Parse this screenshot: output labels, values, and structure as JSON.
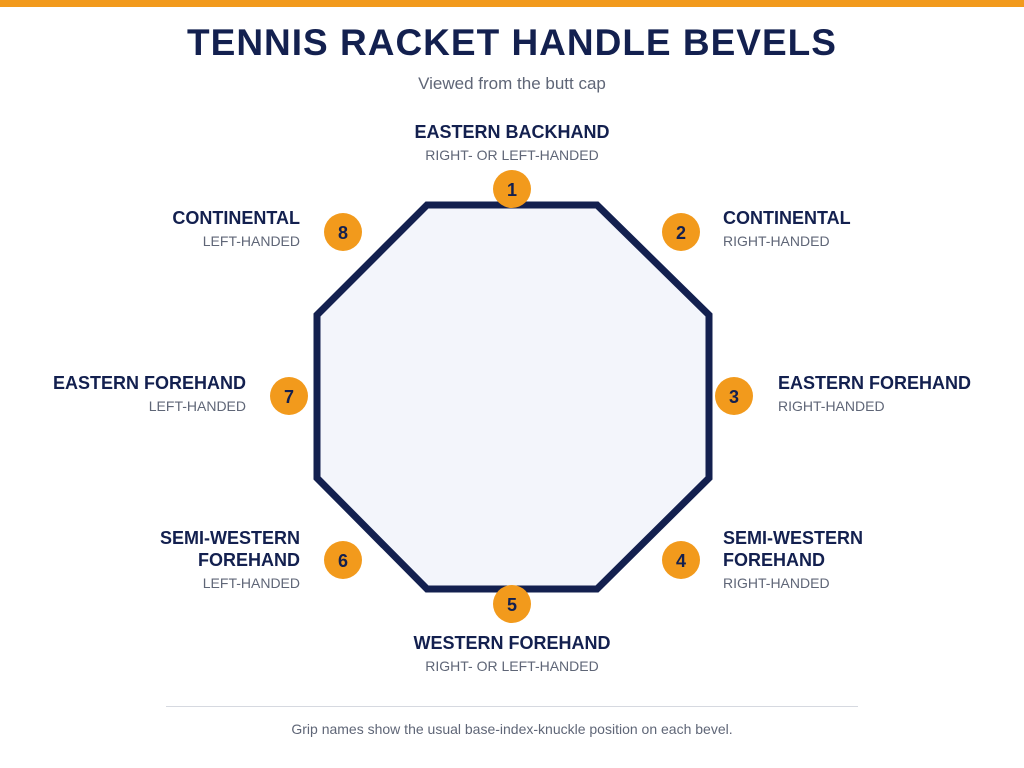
{
  "title": "TENNIS RACKET HANDLE BEVELS",
  "subtitle": "Viewed from the butt cap",
  "colors": {
    "accent": "#f29a1c",
    "navy": "#13204f",
    "octagon_fill": "#f3f5fb",
    "muted_text": "#5f6677"
  },
  "bevels": [
    {
      "number": "1",
      "name": "EASTERN BACKHAND",
      "hand": "RIGHT- OR LEFT-HANDED"
    },
    {
      "number": "2",
      "name": "CONTINENTAL",
      "hand": "RIGHT-HANDED"
    },
    {
      "number": "3",
      "name": "EASTERN FOREHAND",
      "hand": "RIGHT-HANDED"
    },
    {
      "number": "4",
      "name": "SEMI-WESTERN\nFOREHAND",
      "hand": "RIGHT-HANDED"
    },
    {
      "number": "5",
      "name": "WESTERN FOREHAND",
      "hand": "RIGHT- OR LEFT-HANDED"
    },
    {
      "number": "6",
      "name": "SEMI-WESTERN\nFOREHAND",
      "hand": "LEFT-HANDED"
    },
    {
      "number": "7",
      "name": "EASTERN FOREHAND",
      "hand": "LEFT-HANDED"
    },
    {
      "number": "8",
      "name": "CONTINENTAL",
      "hand": "LEFT-HANDED"
    }
  ],
  "footnote": "Grip names show the usual base-index-knuckle position on each bevel."
}
